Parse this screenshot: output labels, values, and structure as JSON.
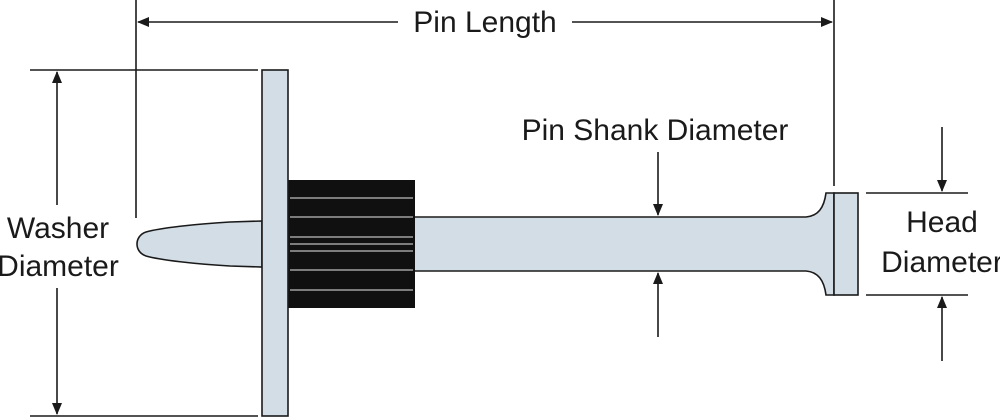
{
  "labels": {
    "pin_length": "Pin Length",
    "pin_shank_diameter": "Pin Shank Diameter",
    "washer_line1": "Washer",
    "washer_line2": "Diameter",
    "head_line1": "Head",
    "head_line2": "Diameter"
  },
  "colors": {
    "metal": "#d3dde5",
    "sleeve": "#101010",
    "line": "#1a1a1a",
    "sleeve_groove": "#e8e8e8"
  }
}
